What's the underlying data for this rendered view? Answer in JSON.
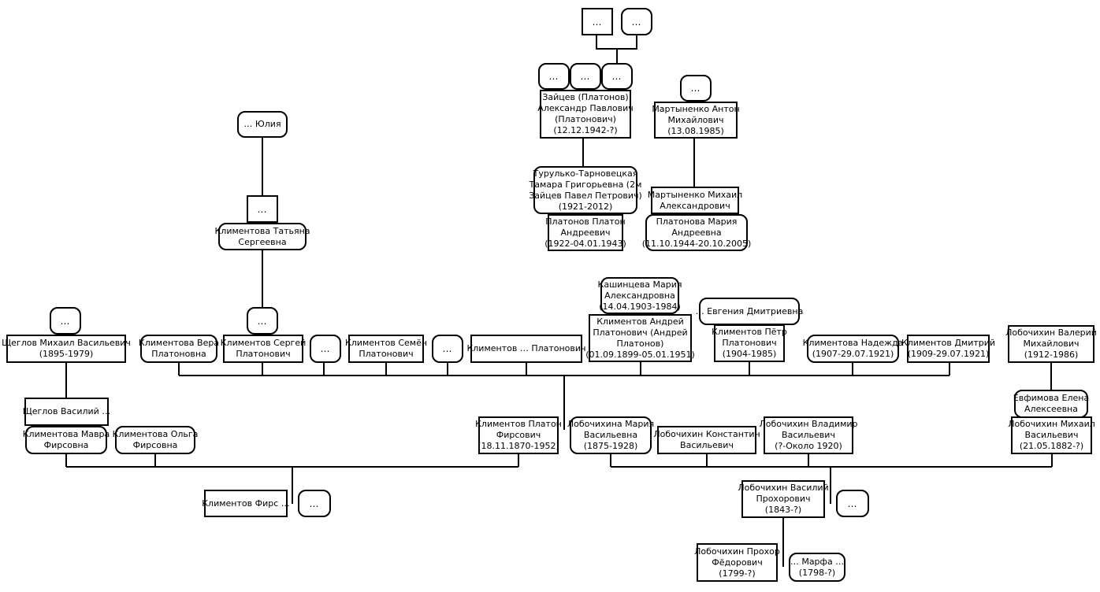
{
  "placeholder": "…",
  "people": {
    "zaitsev": {
      "lines": [
        "Зайцев (Платонов)",
        "Александр Павлович",
        "(Платонович)",
        "(12.12.1942-?)"
      ]
    },
    "martynenko_anton": {
      "lines": [
        "Мартыненко Антон",
        "Михайлович",
        "(13.08.1985)"
      ]
    },
    "yulia": {
      "lines": [
        "… Юлия"
      ]
    },
    "turulko": {
      "lines": [
        "Турулько-Тарновецкая",
        "Тамара Григорьевна (2м",
        "Зайцев Павел Петрович)",
        "(1921-2012)"
      ]
    },
    "martynenko_mikhail": {
      "lines": [
        "Мартыненко Михаил",
        "Александрович"
      ]
    },
    "klimentova_tatiana": {
      "lines": [
        "Климентова Татьяна",
        "Сергеевна"
      ]
    },
    "platonov_platon": {
      "lines": [
        "Платонов Платон",
        "Андреевич",
        "(1922-04.01.1943)"
      ]
    },
    "platonova_maria": {
      "lines": [
        "Платонова Мария",
        "Андреевна",
        "(11.10.1944-20.10.2005)"
      ]
    },
    "kashintseva": {
      "lines": [
        "Кашинцева Мария",
        "Александровна",
        "(14.04.1903-1984)"
      ]
    },
    "evgenia": {
      "lines": [
        "… Евгения Дмитриевна"
      ]
    },
    "shcheglov_mikhail": {
      "lines": [
        "Щеглов Михаил Васильевич",
        "(1895-1979)"
      ]
    },
    "klimentova_vera": {
      "lines": [
        "Климентова Вера",
        "Платоновна"
      ]
    },
    "klimentov_sergei": {
      "lines": [
        "Климентов Сергей",
        "Платонович"
      ]
    },
    "klimentov_semen": {
      "lines": [
        "Климентов Семён",
        "Платонович"
      ]
    },
    "klimentov_x": {
      "lines": [
        "Климентов … Платонович"
      ]
    },
    "klimentov_andrei": {
      "lines": [
        "Климентов Андрей",
        "Платонович (Андрей",
        "Платонов)",
        "(01.09.1899-05.01.1951)"
      ]
    },
    "klimentov_petr": {
      "lines": [
        "Климентов Пётр",
        "Платонович",
        "(1904-1985)"
      ]
    },
    "klimentova_nadezhda": {
      "lines": [
        "Климентова Надежда",
        "(1907-29.07.1921)"
      ]
    },
    "klimentov_dmitrii": {
      "lines": [
        "Климентов Дмитрий",
        "(1909-29.07.1921)"
      ]
    },
    "lobochikhin_valerii": {
      "lines": [
        "Лобочихин Валерий",
        "Михайлович",
        "(1912-1986)"
      ]
    },
    "shcheglov_vasilii": {
      "lines": [
        "Щеглов Василий …"
      ]
    },
    "evfimova": {
      "lines": [
        "Евфимова Елена",
        "Алексеевна"
      ]
    },
    "klimentova_mavra": {
      "lines": [
        "Климентова Мавра",
        "Фирсовна"
      ]
    },
    "klimentova_olga": {
      "lines": [
        "Климентова Ольга",
        "Фирсовна"
      ]
    },
    "klimentov_platon": {
      "lines": [
        "Климентов Платон",
        "Фирсович",
        "(18.11.1870-1952)"
      ]
    },
    "lobochikhina_maria": {
      "lines": [
        "Лобочихина Мария",
        "Васильевна",
        "(1875-1928)"
      ]
    },
    "lobochikhin_konstantin": {
      "lines": [
        "Лобочихин Константин",
        "Васильевич"
      ]
    },
    "lobochikhin_vladimir": {
      "lines": [
        "Лобочихин Владимир",
        "Васильевич",
        "(?-Около 1920)"
      ]
    },
    "lobochikhin_mikhail": {
      "lines": [
        "Лобочихин Михаил",
        "Васильевич",
        "(21.05.1882-?)"
      ]
    },
    "klimentov_firs": {
      "lines": [
        "Климентов Фирс …"
      ]
    },
    "lobochikhin_vasilii": {
      "lines": [
        "Лобочихин Василий",
        "Прохорович",
        "(1843-?)"
      ]
    },
    "lobochikhin_prokhor": {
      "lines": [
        "Лобочихин Прохор",
        "Фёдорович",
        "(1799-?)"
      ]
    },
    "marfa": {
      "lines": [
        "… Марфа …",
        "(1798-?)"
      ]
    }
  }
}
